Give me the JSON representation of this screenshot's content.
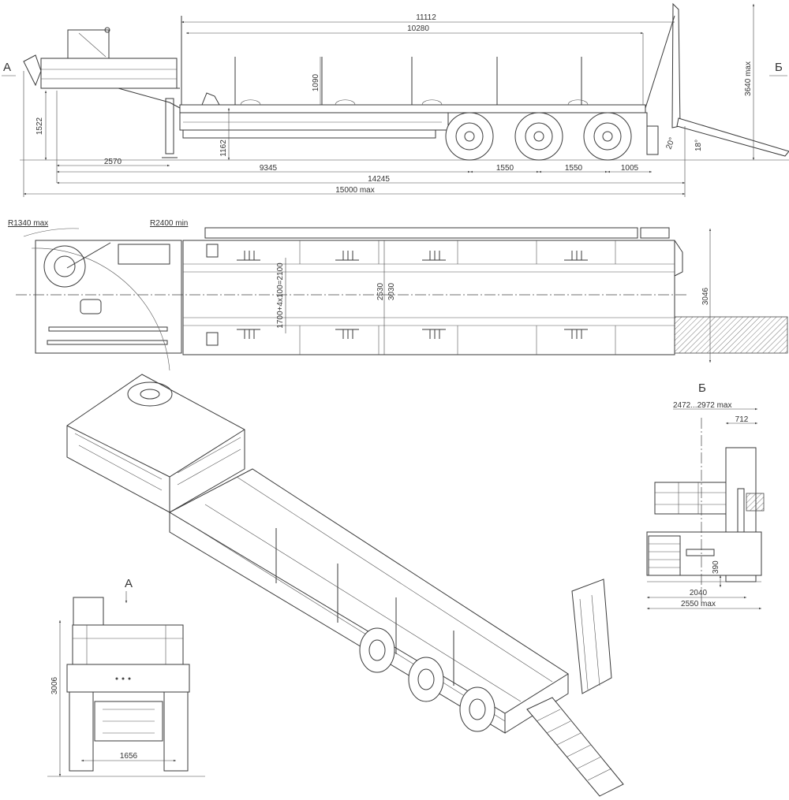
{
  "side_view": {
    "deck_length": "11112",
    "platform_length": "10280",
    "stake_height": "1090",
    "kingpin_height": "1522",
    "deck_height": "1162",
    "landing_gear_offset": "2570",
    "to_first_axle": "9345",
    "axle_spacing_1": "1550",
    "axle_spacing_2": "1550",
    "rear_overhang": "1005",
    "wheelbase_total": "14245",
    "overall_length": "15000 max",
    "overall_height": "3640 max",
    "departure_angle": "20°",
    "ramp_angle": "18°",
    "section_a": "A",
    "section_b": "Б"
  },
  "top_view": {
    "front_swing_radius": "R1340 max",
    "turn_radius": "R2400 min",
    "lashing_spacing": "1700+4x100=2100",
    "inner_width": "2530",
    "deck_width": "3030",
    "ramp_width": "3046"
  },
  "rear_view": {
    "title": "Б",
    "ramp_spread": "2472...2972 max",
    "ramp_width": "712",
    "ground_clearance": "390",
    "track": "2040",
    "overall_width": "2550 max"
  },
  "front_view": {
    "title": "A",
    "height": "3006",
    "track": "1656"
  }
}
